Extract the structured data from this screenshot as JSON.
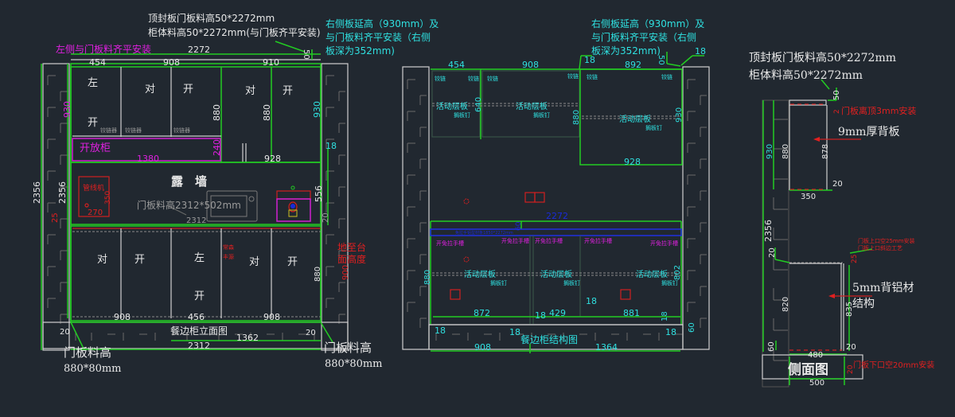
{
  "elevation": {
    "title": "餐边柜立面图",
    "top_note_line1": "顶封板门板料高50*2272mm",
    "top_note_line2": "柜体料高50*2272mm(与门板齐平安装)",
    "left_note": "左侧与门板料齐平安装",
    "right_note_line1": "右侧板延高（930mm）及",
    "right_note_line2": "与门板料齐平安装（右侧",
    "right_note_line3": "板深为352mm)",
    "dims": {
      "overall_width": "2272",
      "top_seal": "50",
      "upper_w1": "454",
      "upper_w2": "908",
      "upper_w3": "910",
      "left_height": "930",
      "right_height": "930",
      "door_h1": "880",
      "door_h2": "880",
      "open_cab_h": "240",
      "open_cab_w": "1380",
      "upper_right_w": "928",
      "side_18": "18",
      "total_h_outer": "2356",
      "total_h_inner": "2356",
      "wall_h": "556",
      "left_25": "25",
      "right_20_mid": "20",
      "lower_w1": "908",
      "lower_w2": "456",
      "lower_w3": "908",
      "lower_h": "880",
      "bottom_left_20": "20",
      "bottom_right_20": "20",
      "bottom_total": "2312",
      "bottom_right": "1362"
    },
    "upper_doors": [
      "左",
      "开",
      "对",
      "开",
      "对",
      "开"
    ],
    "hinge_label": "铰链器",
    "open_cabinet": "开放柜",
    "wall_label": "露　墙",
    "router_label": "管线机",
    "router_w": "270",
    "router_h": "350",
    "microwave_note": "门板料高2312*502mm",
    "microwave_dim": "2312",
    "lower_doors": [
      "对",
      "开",
      "左",
      "开",
      "对",
      "开"
    ],
    "lower_small_note_1": "常森",
    "lower_small_note_2": "丰源",
    "counter_note_1": "地至台",
    "counter_note_2": "面高度",
    "counter_h": "900",
    "door_note_left_1": "门板料高",
    "door_note_left_2": "880*80mm",
    "door_note_right_1": "门板料高",
    "door_note_right_2": "880*80mm"
  },
  "structure": {
    "title": "餐边柜结构图",
    "right_note_line1": "右侧板延高（930mm）及",
    "right_note_line2": "与门板料齐平安装（右侧",
    "right_note_line3": "板深为352mm)",
    "dims": {
      "u_w1": "454",
      "u_w2": "908",
      "u_18": "18",
      "u_w3": "892",
      "u_50": "50",
      "u_18b": "18",
      "u_h1": "640",
      "u_h2": "880",
      "u_h3": "930",
      "u_w4": "928",
      "mid_total": "2272",
      "mid_60": "60",
      "l_h": "880",
      "l_h2": "802",
      "l_w1": "872",
      "l_w2": "429",
      "l_w3": "881",
      "l_18a": "18",
      "l_18b": "18",
      "l_18c": "18",
      "l_18d": "18",
      "l_18e": "18",
      "l_18f": "18",
      "l_60": "60",
      "b_w1": "908",
      "b_w2": "1364"
    },
    "shelf_label": "活动层板",
    "shelf_sub": "搁板钉",
    "hinge_small": "铰链",
    "handle_label": "开免拉手槽",
    "top_rail_note": "免拉手铝型材条1850*2272mm"
  },
  "side": {
    "title": "侧面图",
    "note_top_1": "顶封板门板料高50*2272mm",
    "note_top_2": "柜体料高50*2272mm",
    "door_gap_top": "门板离顶3mm安装",
    "back_panel": "9mm厚背板",
    "aluminium": "5mm背铝材",
    "aluminium_2": "结构",
    "door_note_1": "门板上口空25mm安装",
    "door_note_2": "门板上口斜边工艺",
    "door_bottom_note": "门板下口空20mm安装",
    "dims": {
      "d50": "50",
      "d2": "2",
      "h930": "930",
      "h880": "880",
      "h878": "878",
      "d20a": "20",
      "w350": "350",
      "total": "2356",
      "d20b": "20",
      "d25": "25",
      "h820": "820",
      "h835": "835",
      "d60": "60",
      "d20c": "20",
      "w480": "480",
      "d20d": "20",
      "w500": "500"
    }
  }
}
